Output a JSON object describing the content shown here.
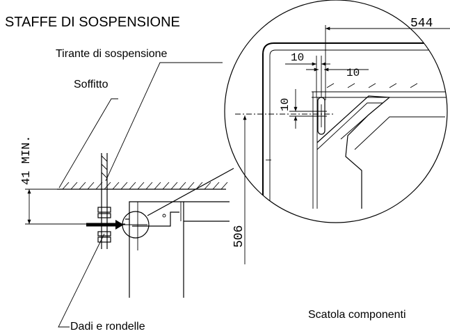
{
  "title": "STAFFE DI SOSPENSIONE",
  "labels": {
    "tie_rod": "Tirante di sospensione",
    "ceiling": "Soffitto",
    "nuts_washers": "Dadi e rondelle",
    "component_box": "Scatola componenti"
  },
  "dimensions": {
    "min_height": "41 MIN.",
    "width_544": "544",
    "gap_10_a": "10",
    "gap_10_b": "10",
    "gap_10_c": "10",
    "height_506": "506"
  }
}
